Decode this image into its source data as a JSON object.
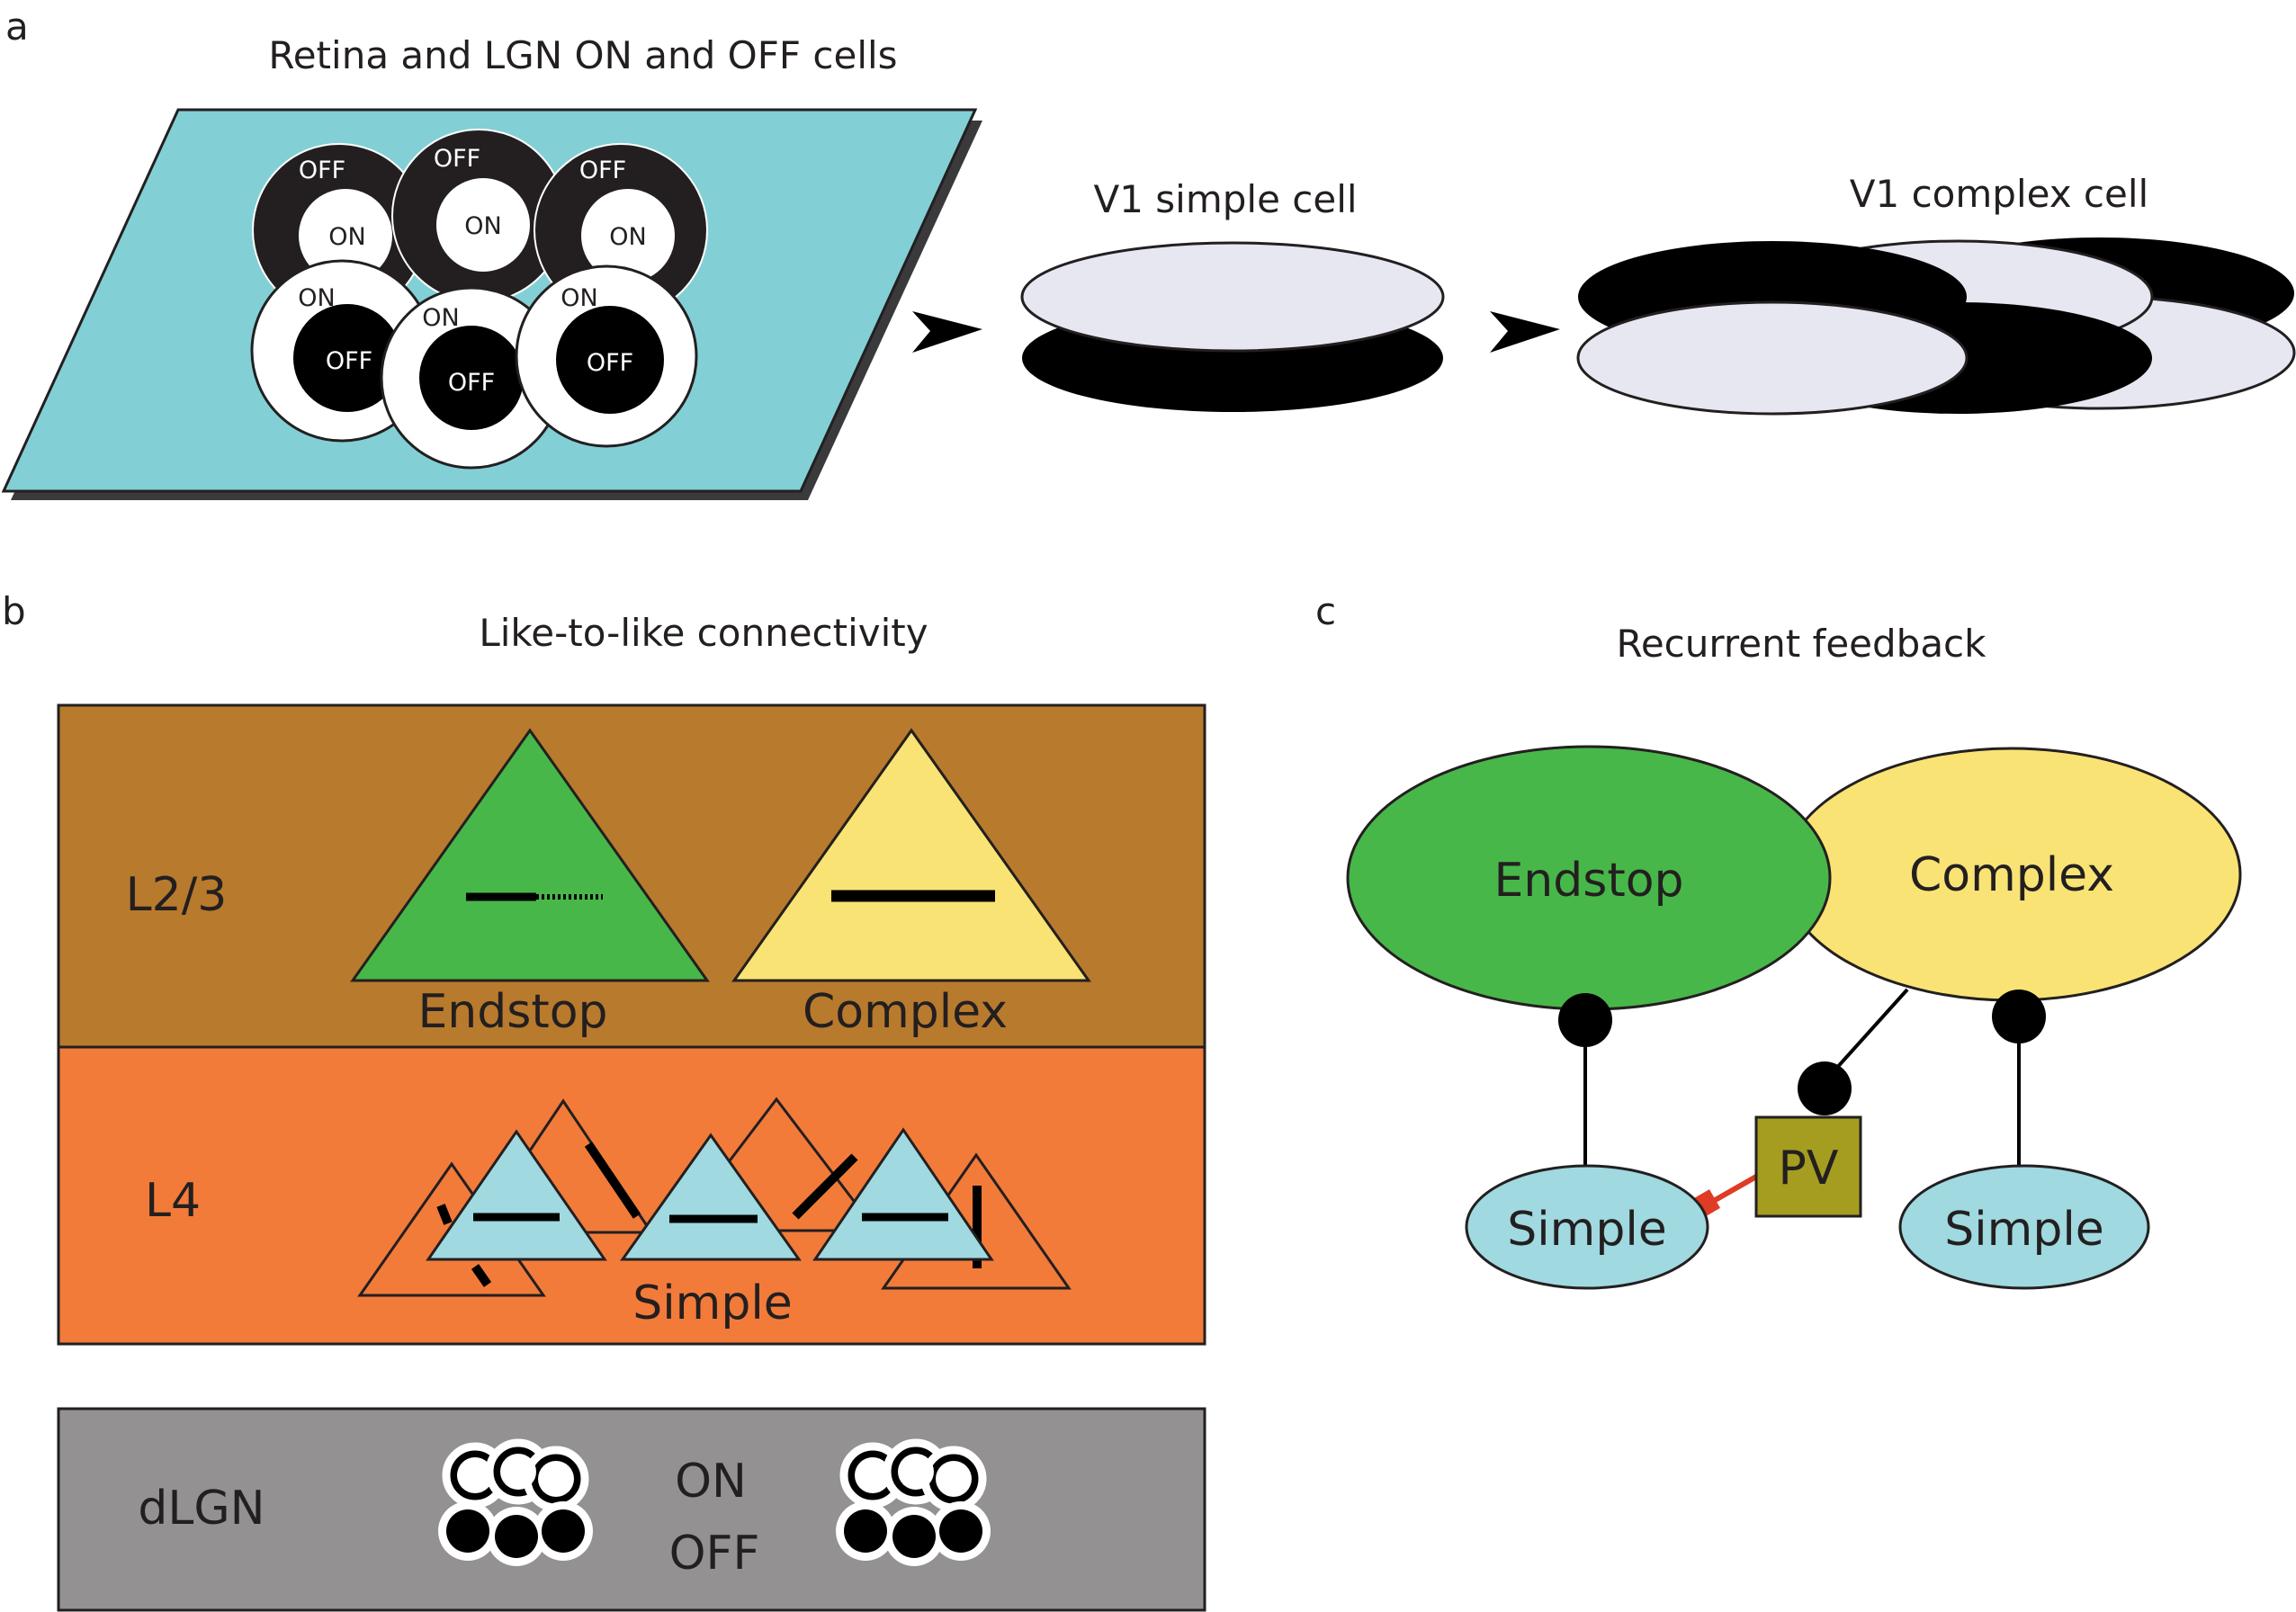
{
  "panels": {
    "a": {
      "letter": "a",
      "title": "Retina and LGN ON and OFF cells",
      "simple_cell_label": "V1 simple cell",
      "complex_cell_label": "V1 complex cell",
      "off_center_cells": [
        {
          "surround": "OFF",
          "center": "ON"
        },
        {
          "surround": "OFF",
          "center": "ON"
        },
        {
          "surround": "OFF",
          "center": "ON"
        }
      ],
      "on_center_cells": [
        {
          "surround": "ON",
          "center": "OFF"
        },
        {
          "surround": "ON",
          "center": "OFF"
        },
        {
          "surround": "ON",
          "center": "OFF"
        }
      ]
    },
    "b": {
      "letter": "b",
      "title": "Like-to-like connectivity",
      "layer_23": "L2/3",
      "layer_4": "L4",
      "layer_dlgn": "dLGN",
      "endstop_label": "Endstop",
      "complex_label": "Complex",
      "simple_label": "Simple",
      "on_label": "ON",
      "off_label": "OFF"
    },
    "c": {
      "letter": "c",
      "title": "Recurrent feedback",
      "endstop_label": "Endstop",
      "complex_label": "Complex",
      "pv_label": "PV",
      "simple_left_label": "Simple",
      "simple_right_label": "Simple"
    }
  },
  "colors": {
    "retina_sheet": "#82d0d5",
    "ellipse_light": "#e6e7f1",
    "l23_band": "#b87a2d",
    "l4_band": "#f27b3a",
    "dlgn_band": "#939192",
    "endstop_green": "#48b749",
    "complex_yellow": "#f9e374",
    "simple_cyan": "#a0d9e0",
    "pv_olive": "#a59d1f",
    "inhibitory_red": "#e03b24"
  }
}
